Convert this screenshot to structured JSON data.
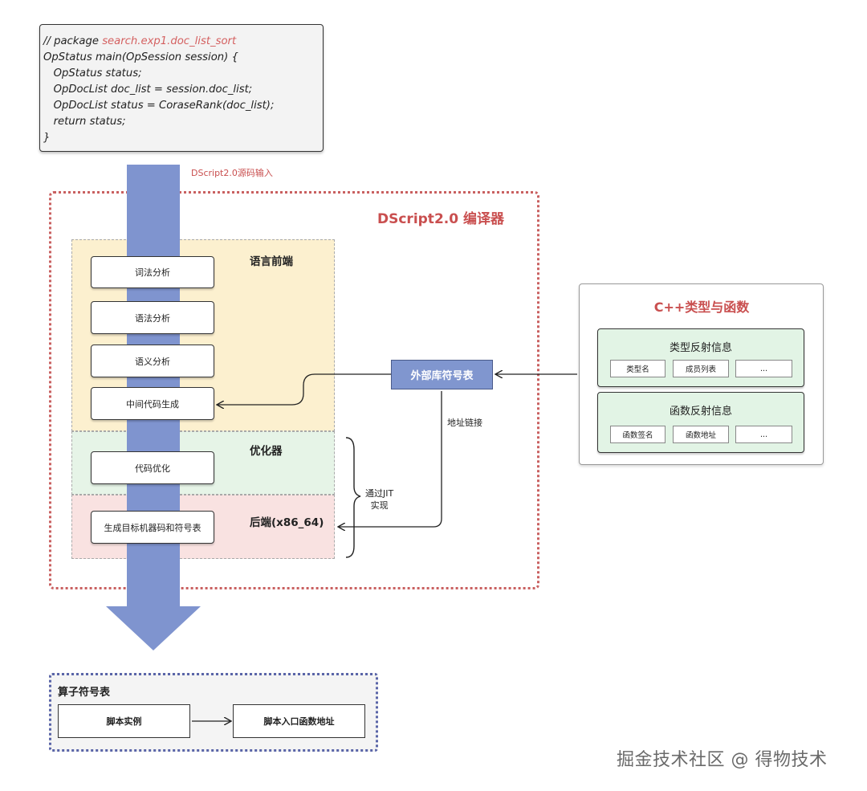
{
  "code": {
    "lines": [
      {
        "plain": "// package ",
        "accent": "search.exp1.doc_list_sort"
      },
      {
        "plain": "OpStatus main(OpSession session) {"
      },
      {
        "plain": "   OpStatus status;"
      },
      {
        "plain": "   OpDocList doc_list = session.doc_list;"
      },
      {
        "plain": "   OpDocList status = CoraseRank(doc_list);"
      },
      {
        "plain": "   return status;"
      },
      {
        "plain": "}"
      }
    ]
  },
  "source_input_label": "DScript2.0源码输入",
  "compiler": {
    "title": "DScript2.0 编译器",
    "frontend": {
      "title": "语言前端",
      "stages": [
        "词法分析",
        "语法分析",
        "语义分析",
        "中间代码生成"
      ]
    },
    "optimizer": {
      "title": "优化器",
      "stages": [
        "代码优化"
      ]
    },
    "backend": {
      "title": "后端(x86_64)",
      "stages": [
        "生成目标机器码和符号表"
      ]
    },
    "jit_note": "通过JIT\n实现"
  },
  "external_symbol_table": "外部库符号表",
  "address_link_label": "地址链接",
  "cpp_panel": {
    "title": "C++类型与函数",
    "type_reflection": {
      "title": "类型反射信息",
      "items": [
        "类型名",
        "成员列表",
        "..."
      ]
    },
    "function_reflection": {
      "title": "函数反射信息",
      "items": [
        "函数签名",
        "函数地址",
        "..."
      ]
    }
  },
  "operator_symbol_table": {
    "title": "算子符号表",
    "left": "脚本实例",
    "right": "脚本入口函数地址"
  },
  "watermark": "掘金技术社区 @ 得物技术",
  "colors": {
    "accent_red": "#c94f4f",
    "arrow_blue": "#7f94cf",
    "frontend_bg": "#fcf0cf",
    "optimizer_bg": "#e6f4e7",
    "backend_bg": "#f9e2e1",
    "reflection_bg": "#e2f4e5",
    "op_frame": "#5a65a8"
  }
}
